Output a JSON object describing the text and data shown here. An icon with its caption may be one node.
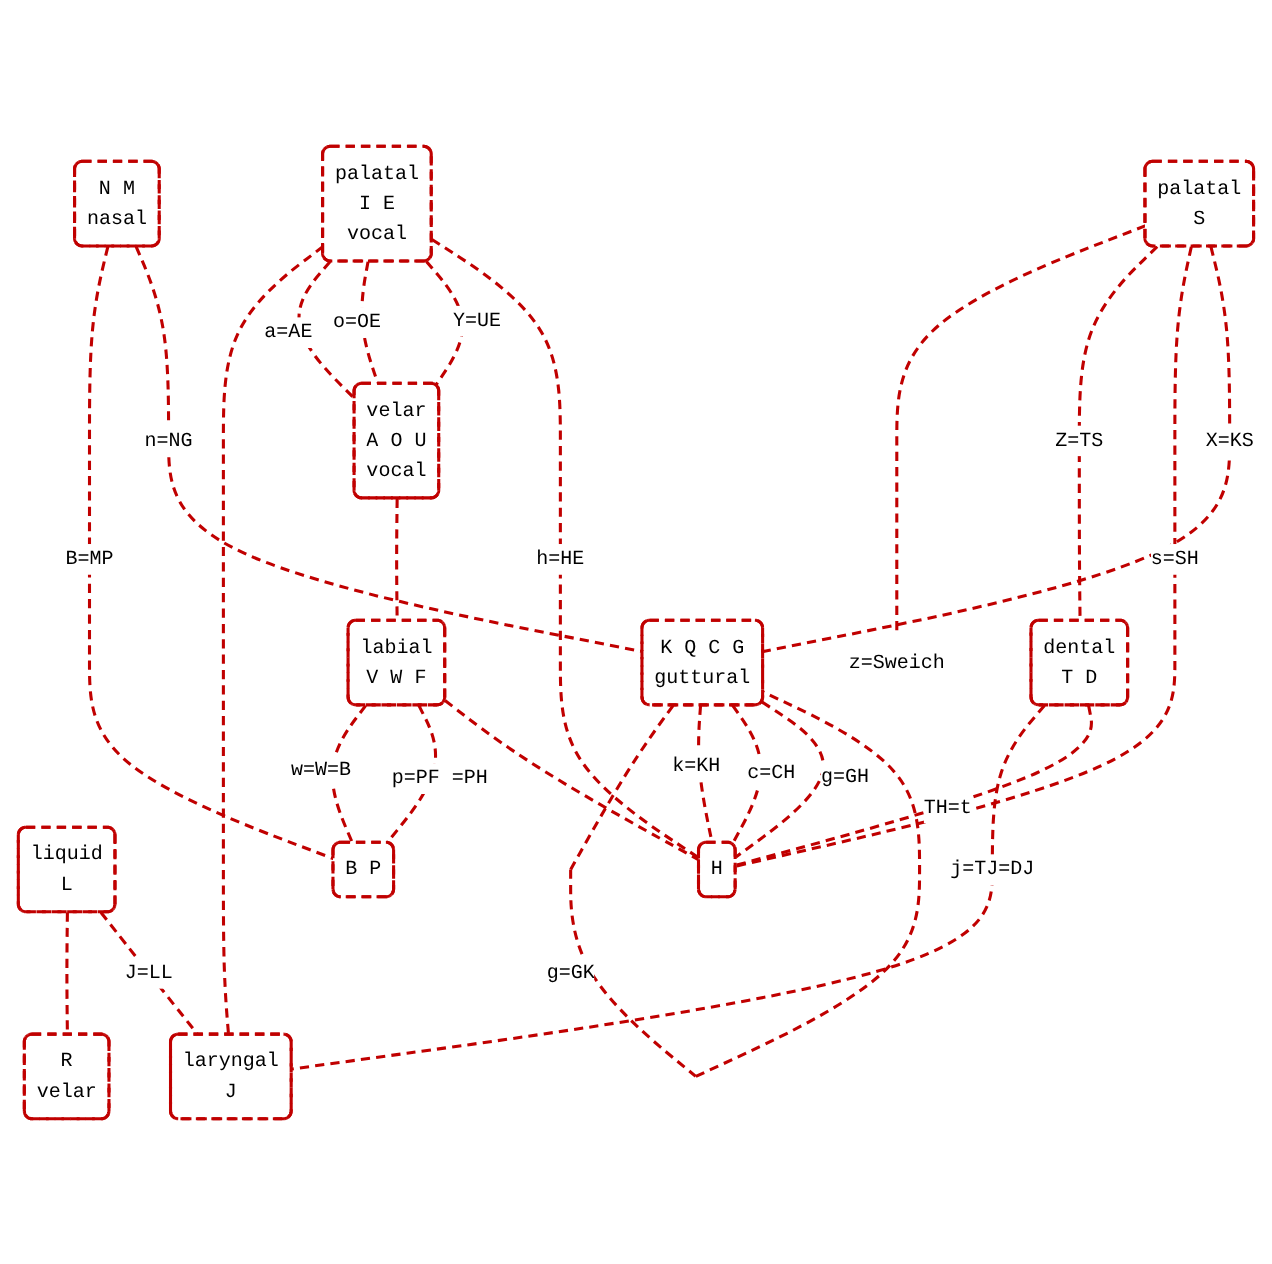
{
  "diagram": {
    "nodes": [
      {
        "text": [
          "liquid",
          "L"
        ]
      },
      {
        "text": [
          "palatal",
          "S"
        ]
      },
      {
        "text": [
          "R",
          "velar"
        ]
      },
      {
        "text": [
          "palatal",
          "I E",
          "vocal"
        ]
      },
      {
        "text": [
          "N M",
          "nasal"
        ]
      },
      {
        "text": [
          "dental",
          "T D"
        ]
      },
      {
        "text": [
          "laryngal",
          "J"
        ]
      },
      {
        "text": [
          "velar",
          "A O U",
          "vocal"
        ]
      },
      {
        "text": [
          "labial",
          "V W F"
        ]
      },
      {
        "text": [
          "B P"
        ]
      },
      {
        "text": [
          "K Q C G",
          "guttural"
        ]
      },
      {
        "text": [
          "H"
        ]
      },
      {
        "text": [
          "z=Sweich"
        ]
      }
    ],
    "edges": [
      {
        "from": 0,
        "to": 2,
        "arrow": "none",
        "style": "dashed"
      },
      {
        "from": 0,
        "to": 6,
        "label": "J=LL",
        "arrow": "none",
        "style": "dashed"
      },
      {
        "from": 1,
        "to": 12,
        "arrow": "none",
        "style": "dashed"
      },
      {
        "from": 1,
        "to": 5,
        "label": "Z=TS",
        "arrow": "none",
        "style": "dashed"
      },
      {
        "from": 1,
        "to": 11,
        "label": "s=SH",
        "arrow": "none",
        "style": "dashed"
      },
      {
        "from": 1,
        "to": 10,
        "label": "X=KS",
        "arrow": "none",
        "style": "dashed"
      },
      {
        "from": 5,
        "to": 6,
        "label": "j=TJ=DJ",
        "arrow": "none",
        "style": "dashed"
      },
      {
        "from": 3,
        "to": 6,
        "arrow": "none",
        "style": "dashed"
      },
      {
        "from": 3,
        "to": 7,
        "label": "a=AE",
        "arrow": "none",
        "style": "dashed"
      },
      {
        "from": 3,
        "to": 7,
        "label": "o=OE",
        "arrow": "none",
        "style": "dashed"
      },
      {
        "from": 3,
        "to": 7,
        "label": "Y=UE",
        "arrow": "none",
        "style": "dashed"
      },
      {
        "from": 3,
        "to": 11,
        "label": "h=HE",
        "arrow": "none",
        "style": "dashed"
      },
      {
        "from": 4,
        "to": 9,
        "label": "B=MP",
        "arrow": "none",
        "style": "dashed"
      },
      {
        "from": 4,
        "to": 10,
        "label": "n=NG",
        "arrow": "none",
        "style": "dashed"
      },
      {
        "from": 5,
        "to": 11,
        "label": "TH=t",
        "arrow": "none",
        "style": "dashed"
      },
      {
        "from": 7,
        "to": 8,
        "arrow": "none",
        "style": "dashed"
      },
      {
        "from": 8,
        "to": 9,
        "label": "w=W=B",
        "arrow": "none",
        "style": "dashed"
      },
      {
        "from": 8,
        "to": 9,
        "label": "p=PF =PH",
        "arrow": "none",
        "style": "dashed"
      },
      {
        "from": 8,
        "to": 11,
        "arrow": "none",
        "style": "dashed"
      },
      {
        "from": 10,
        "to": 10,
        "label": "g=GK",
        "arrow": "none",
        "style": "dashed"
      },
      {
        "from": 10,
        "to": 11,
        "label": "k=KH",
        "arrow": "none",
        "style": "dashed"
      },
      {
        "from": 10,
        "to": 11,
        "label": "c=CH",
        "arrow": "none",
        "style": "dashed"
      },
      {
        "from": 10,
        "to": 11,
        "label": "g=GH",
        "arrow": "none",
        "style": "dashed"
      }
    ]
  }
}
